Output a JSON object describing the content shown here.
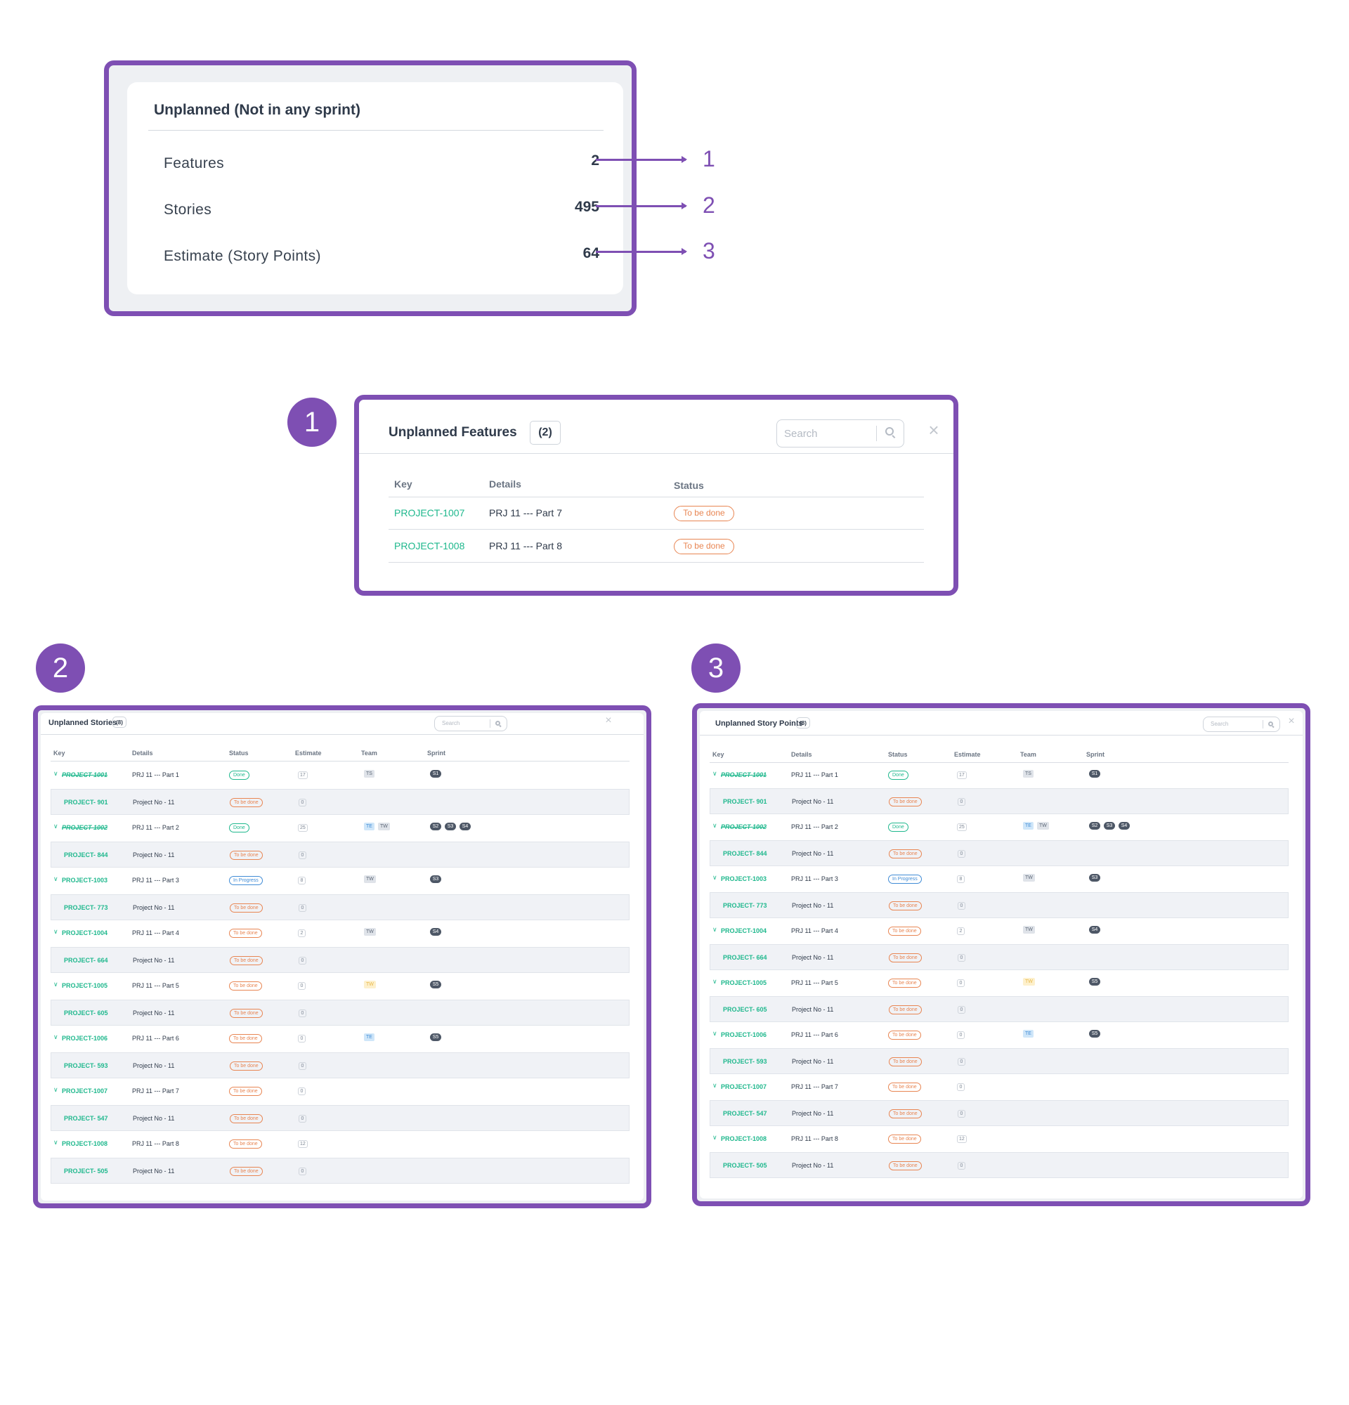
{
  "summary": {
    "title": "Unplanned (Not in any sprint)",
    "rows": [
      {
        "label": "Features",
        "value": "2",
        "callout": "1"
      },
      {
        "label": "Stories",
        "value": "495",
        "callout": "2"
      },
      {
        "label": "Estimate (Story Points)",
        "value": "64",
        "callout": "3"
      }
    ]
  },
  "steps": [
    "1",
    "2",
    "3"
  ],
  "features_modal": {
    "title": "Unplanned Features",
    "count": "(2)",
    "search_placeholder": "Search",
    "columns": [
      "Key",
      "Details",
      "Status"
    ],
    "rows": [
      {
        "key": "PROJECT-1007",
        "details": "PRJ 11 --- Part 7",
        "status": "To be done"
      },
      {
        "key": "PROJECT-1008",
        "details": "PRJ 11 --- Part 8",
        "status": "To be done"
      }
    ]
  },
  "stories_modal": {
    "title": "Unplanned Stories",
    "count": "(8)",
    "search_placeholder": "Search",
    "columns": [
      "Key",
      "Details",
      "Status",
      "Estimate",
      "Team",
      "Sprint"
    ]
  },
  "points_modal": {
    "title": "Unplanned Story Points",
    "count": "(8)",
    "search_placeholder": "Search",
    "columns": [
      "Key",
      "Details",
      "Status",
      "Estimate",
      "Team",
      "Sprint"
    ]
  },
  "story_rows": [
    {
      "key": "PROJECT-1001",
      "struck": true,
      "sub": false,
      "details": "PRJ 11 --- Part 1",
      "status": "Done",
      "status_type": "done",
      "estimate": "17",
      "team": [
        {
          "t": "TS",
          "c": "gray"
        }
      ],
      "sprint": [
        "S1"
      ]
    },
    {
      "key": "PROJECT- 901",
      "struck": false,
      "sub": true,
      "details": "Project No - 11",
      "status": "To be done",
      "status_type": "todo",
      "estimate": "0",
      "team": [],
      "sprint": []
    },
    {
      "key": "PROJECT-1002",
      "struck": true,
      "sub": false,
      "details": "PRJ 11 --- Part 2",
      "status": "Done",
      "status_type": "done",
      "estimate": "25",
      "team": [
        {
          "t": "TE",
          "c": "blue"
        },
        {
          "t": "TW",
          "c": "gray"
        }
      ],
      "sprint": [
        "S2",
        "S3",
        "S4"
      ]
    },
    {
      "key": "PROJECT- 844",
      "struck": false,
      "sub": true,
      "details": "Project No - 11",
      "status": "To be done",
      "status_type": "todo",
      "estimate": "0",
      "team": [],
      "sprint": []
    },
    {
      "key": "PROJECT-1003",
      "struck": false,
      "sub": false,
      "details": "PRJ 11 --- Part 3",
      "status": "In Progress",
      "status_type": "prog",
      "estimate": "8",
      "team": [
        {
          "t": "TW",
          "c": "gray"
        }
      ],
      "sprint": [
        "S3"
      ]
    },
    {
      "key": "PROJECT- 773",
      "struck": false,
      "sub": true,
      "details": "Project No - 11",
      "status": "To be done",
      "status_type": "todo",
      "estimate": "0",
      "team": [],
      "sprint": []
    },
    {
      "key": "PROJECT-1004",
      "struck": false,
      "sub": false,
      "details": "PRJ 11 --- Part 4",
      "status": "To be done",
      "status_type": "todo",
      "estimate": "2",
      "team": [
        {
          "t": "TW",
          "c": "gray"
        }
      ],
      "sprint": [
        "S4"
      ]
    },
    {
      "key": "PROJECT- 664",
      "struck": false,
      "sub": true,
      "details": "Project No - 11",
      "status": "To be done",
      "status_type": "todo",
      "estimate": "0",
      "team": [],
      "sprint": []
    },
    {
      "key": "PROJECT-1005",
      "struck": false,
      "sub": false,
      "details": "PRJ 11 --- Part 5",
      "status": "To be done",
      "status_type": "todo",
      "estimate": "0",
      "team": [
        {
          "t": "TW",
          "c": "yellow"
        }
      ],
      "sprint": [
        "S5"
      ]
    },
    {
      "key": "PROJECT- 605",
      "struck": false,
      "sub": true,
      "details": "Project No - 11",
      "status": "To be done",
      "status_type": "todo",
      "estimate": "0",
      "team": [],
      "sprint": []
    },
    {
      "key": "PROJECT-1006",
      "struck": false,
      "sub": false,
      "details": "PRJ 11 --- Part 6",
      "status": "To be done",
      "status_type": "todo",
      "estimate": "0",
      "team": [
        {
          "t": "TE",
          "c": "blue"
        }
      ],
      "sprint": [
        "S5"
      ]
    },
    {
      "key": "PROJECT- 593",
      "struck": false,
      "sub": true,
      "details": "Project No - 11",
      "status": "To be done",
      "status_type": "todo",
      "estimate": "0",
      "team": [],
      "sprint": []
    },
    {
      "key": "PROJECT-1007",
      "struck": false,
      "sub": false,
      "details": "PRJ 11 --- Part 7",
      "status": "To be done",
      "status_type": "todo",
      "estimate": "0",
      "team": [],
      "sprint": []
    },
    {
      "key": "PROJECT- 547",
      "struck": false,
      "sub": true,
      "details": "Project No - 11",
      "status": "To be done",
      "status_type": "todo",
      "estimate": "0",
      "team": [],
      "sprint": []
    },
    {
      "key": "PROJECT-1008",
      "struck": false,
      "sub": false,
      "details": "PRJ 11 --- Part 8",
      "status": "To be done",
      "status_type": "todo",
      "estimate": "12",
      "team": [],
      "sprint": []
    },
    {
      "key": "PROJECT- 505",
      "struck": false,
      "sub": true,
      "details": "Project No - 11",
      "status": "To be done",
      "status_type": "todo",
      "estimate": "0",
      "team": [],
      "sprint": []
    }
  ],
  "colors": {
    "accent": "#7e4fb3",
    "key_green": "#1fb88d",
    "todo_orange": "#e88552",
    "progress_blue": "#3f8bd6"
  },
  "icons": {
    "search": "search-icon",
    "close": "close-icon",
    "chevron": "chevron-down-icon"
  }
}
